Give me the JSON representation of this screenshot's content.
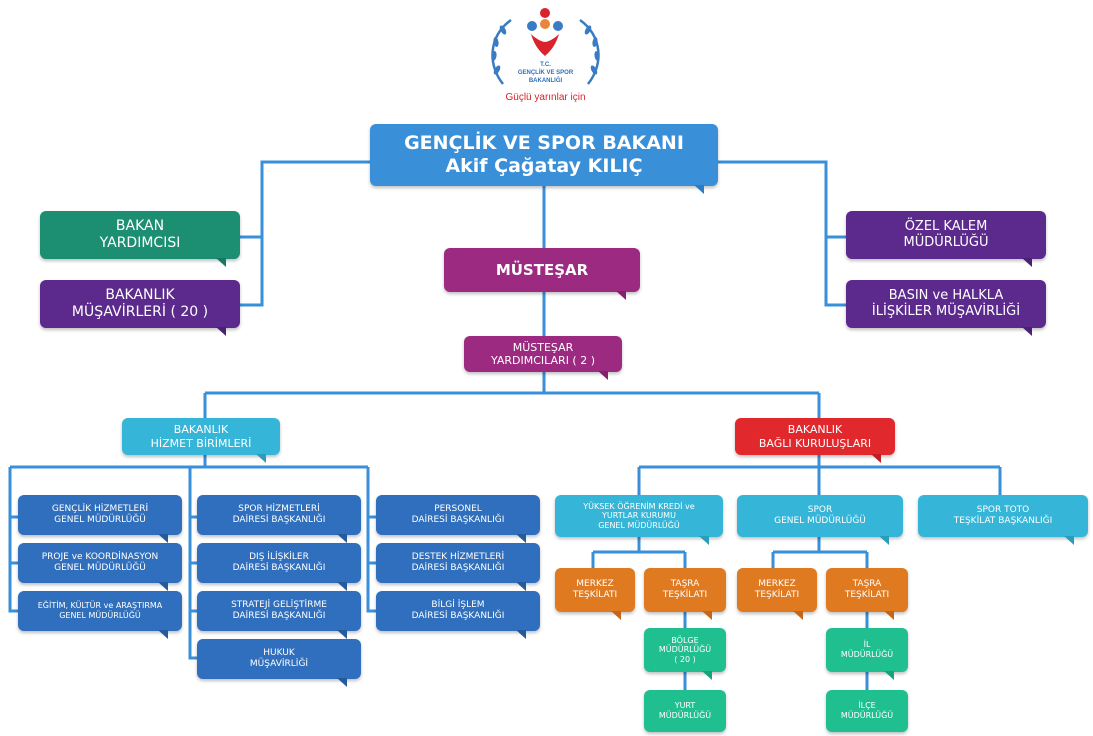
{
  "logo": {
    "line1": "T.C.",
    "line2": "GENÇLİK VE SPOR",
    "line3": "BAKANLIĞI",
    "slogan": "Güçlü yarınlar için"
  },
  "nodes": {
    "minister": {
      "line1": "GENÇLİK VE SPOR BAKANI",
      "line2": "Akif Çağatay KILIÇ"
    },
    "deputy_minister": {
      "line1": "BAKAN",
      "line2": "YARDIMCISI"
    },
    "ministry_advisors": {
      "line1": "BAKANLIK",
      "line2": "MÜŞAVİRLERİ ( 20 )"
    },
    "private_office": {
      "line1": "ÖZEL KALEM",
      "line2": "MÜDÜRLÜĞÜ"
    },
    "press_advisor": {
      "line1": "BASIN ve HALKLA",
      "line2": "İLİŞKİLER MÜŞAVİRLİĞİ"
    },
    "undersecretary": {
      "line1": "MÜSTEŞAR"
    },
    "deputy_undersecretaries": {
      "line1": "MÜSTEŞAR",
      "line2": "YARDIMCILARI ( 2 )"
    },
    "service_units": {
      "line1": "BAKANLIK",
      "line2": "HİZMET BİRİMLERİ"
    },
    "affiliated_institutions": {
      "line1": "BAKANLIK",
      "line2": "BAĞLI KURULUŞLARI"
    },
    "youth_services": {
      "line1": "GENÇLİK HİZMETLERİ",
      "line2": "GENEL MÜDÜRLÜĞÜ"
    },
    "project_coordination": {
      "line1": "PROJE ve KOORDİNASYON",
      "line2": "GENEL MÜDÜRLÜĞÜ"
    },
    "education_culture": {
      "line1": "EĞİTİM, KÜLTÜR ve ARAŞTIRMA",
      "line2": "GENEL MÜDÜRLÜĞÜ"
    },
    "sport_services": {
      "line1": "SPOR HİZMETLERİ",
      "line2": "DAİRESİ BAŞKANLIĞI"
    },
    "foreign_relations": {
      "line1": "DIŞ İLİŞKİLER",
      "line2": "DAİRESİ BAŞKANLIĞI"
    },
    "strategy_dev": {
      "line1": "STRATEJİ GELİŞTİRME",
      "line2": "DAİRESİ BAŞKANLIĞI"
    },
    "legal_counsel": {
      "line1": "HUKUK",
      "line2": "MÜŞAVİRLİĞİ"
    },
    "personnel": {
      "line1": "PERSONEL",
      "line2": "DAİRESİ BAŞKANLIĞI"
    },
    "support_services": {
      "line1": "DESTEK HİZMETLERİ",
      "line2": "DAİRESİ BAŞKANLIĞI"
    },
    "it_dept": {
      "line1": "BİLGİ İŞLEM",
      "line2": "DAİRESİ BAŞKANLIĞI"
    },
    "kyk": {
      "line1": "YÜKSEK ÖĞRENİM KREDİ ve",
      "line2": "YURTLAR KURUMU",
      "line3": "GENEL MÜDÜRLÜĞÜ"
    },
    "sport_general": {
      "line1": "SPOR",
      "line2": "GENEL MÜDÜRLÜĞÜ"
    },
    "spor_toto": {
      "line1": "SPOR TOTO",
      "line2": "TEŞKİLAT BAŞKANLIĞI"
    },
    "kyk_central": {
      "line1": "MERKEZ",
      "line2": "TEŞKİLATI"
    },
    "kyk_provincial": {
      "line1": "TAŞRA",
      "line2": "TEŞKİLATI"
    },
    "regional_directorate": {
      "line1": "BÖLGE",
      "line2": "MÜDÜRLÜĞÜ",
      "line3": "( 20 )"
    },
    "dorm_directorate": {
      "line1": "YURT",
      "line2": "MÜDÜRLÜĞÜ"
    },
    "sport_central": {
      "line1": "MERKEZ",
      "line2": "TEŞKİLATI"
    },
    "sport_provincial": {
      "line1": "TAŞRA",
      "line2": "TEŞKİLATI"
    },
    "province_directorate": {
      "line1": "İL",
      "line2": "MÜDÜRLÜĞÜ"
    },
    "district_directorate": {
      "line1": "İLÇE",
      "line2": "MÜDÜRLÜĞÜ"
    }
  },
  "colors": {
    "connector": "#3a8fd9",
    "minister": "#3a8fd9",
    "green": "#1c8f73",
    "purple": "#5c2a8c",
    "magenta": "#9c2a80",
    "cyan": "#35b5d8",
    "red": "#e0282d",
    "orange": "#e07a21",
    "light_green": "#1fbf8f"
  }
}
